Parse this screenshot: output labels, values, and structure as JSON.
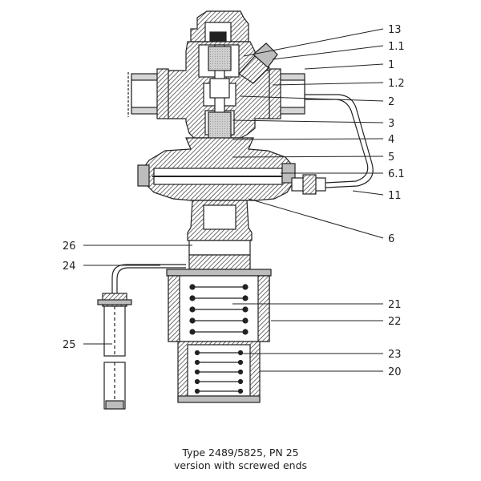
{
  "caption": {
    "line1": "Type 2489/5825, PN 25",
    "line2": "version with screwed ends"
  },
  "labels": {
    "l13": "13",
    "l1_1": "1.1",
    "l1": "1",
    "l1_2": "1.2",
    "l2": "2",
    "l3": "3",
    "l4": "4",
    "l5": "5",
    "l6_1": "6.1",
    "l11": "11",
    "l6": "6",
    "l26": "26",
    "l24": "24",
    "l21": "21",
    "l22": "22",
    "l25": "25",
    "l23": "23",
    "l20": "20"
  }
}
